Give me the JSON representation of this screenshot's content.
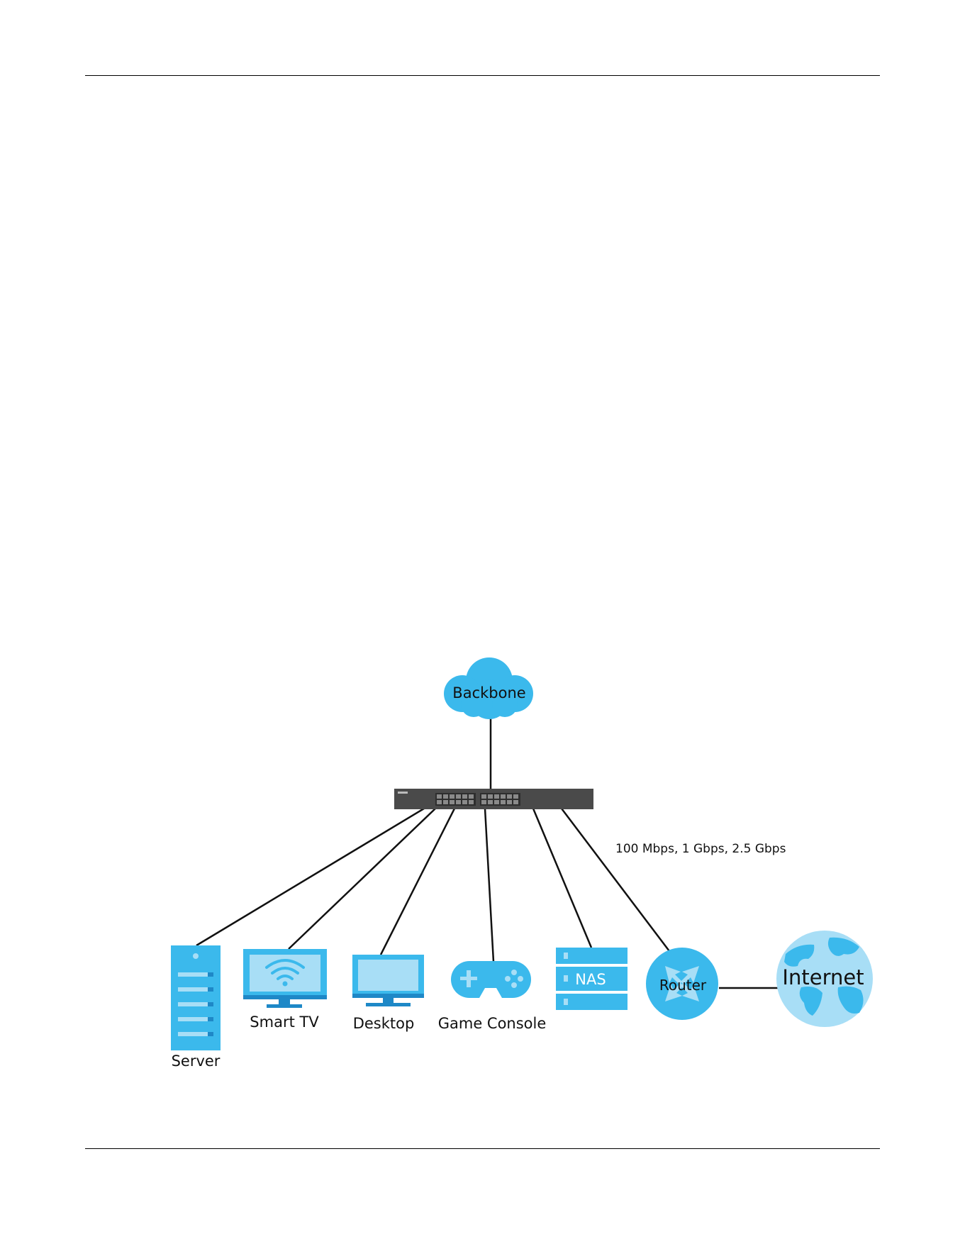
{
  "diagram": {
    "backbone_label": "Backbone",
    "speed_label": "100 Mbps, 1 Gbps, 2.5 Gbps",
    "devices": {
      "server": "Server",
      "smart_tv": "Smart TV",
      "desktop": "Desktop",
      "game_console": "Game Console",
      "nas": "NAS",
      "router": "Router",
      "internet": "Internet"
    },
    "icon_names": [
      "cloud-icon",
      "switch-icon",
      "server-icon",
      "smart-tv-icon",
      "desktop-icon",
      "gamepad-icon",
      "nas-icon",
      "router-icon",
      "globe-icon"
    ],
    "colors": {
      "icon_blue": "#3bb9ec",
      "icon_light": "#a8def6",
      "icon_dark": "#1e88c7",
      "switch_body": "#4a4a4a",
      "line": "#111111"
    }
  }
}
